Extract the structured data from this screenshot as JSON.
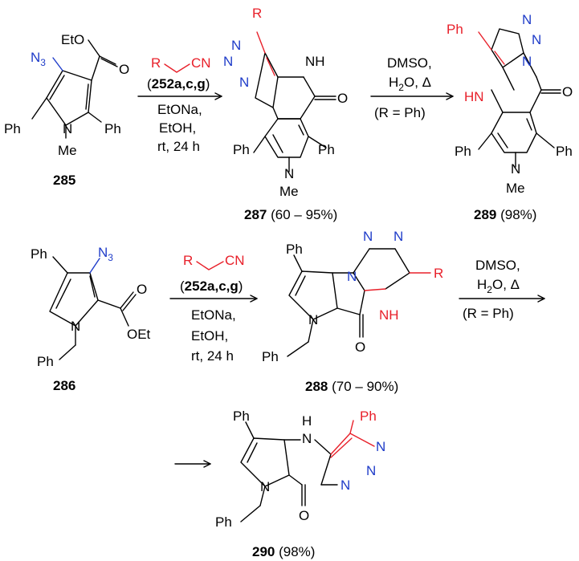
{
  "labels": {
    "ph": "Ph",
    "me": "Me",
    "n": "N",
    "nh": "NH",
    "hn": "HN",
    "h": "H",
    "o": "O",
    "r": "R",
    "n3_main": "N",
    "n3_sub": "3",
    "eto": "EtO",
    "oet": "OEt",
    "cn": "CN"
  },
  "compounds": {
    "c285": "285",
    "c286": "286",
    "c287": "287",
    "c287_yield": "(60 – 95%)",
    "c288": "288",
    "c288_yield": "(70 – 90%)",
    "c289": "289",
    "c289_yield": "(98%)",
    "c290": "290",
    "c290_yield": "(98%)"
  },
  "conditions": {
    "reagent_open": "(",
    "reagent_bold": "252a,c,g",
    "reagent_close": ")",
    "base": "EtONa,",
    "solvent": "EtOH,",
    "time": "rt, 24 h",
    "dmso": "DMSO,",
    "h2o_main": "H",
    "h2o_sub": "2",
    "h2o_rest": "O, Δ",
    "r_eq": "(R = Ph)"
  },
  "colors": {
    "azide": "#1f3cc9",
    "new_bonds": "#e8202a"
  }
}
